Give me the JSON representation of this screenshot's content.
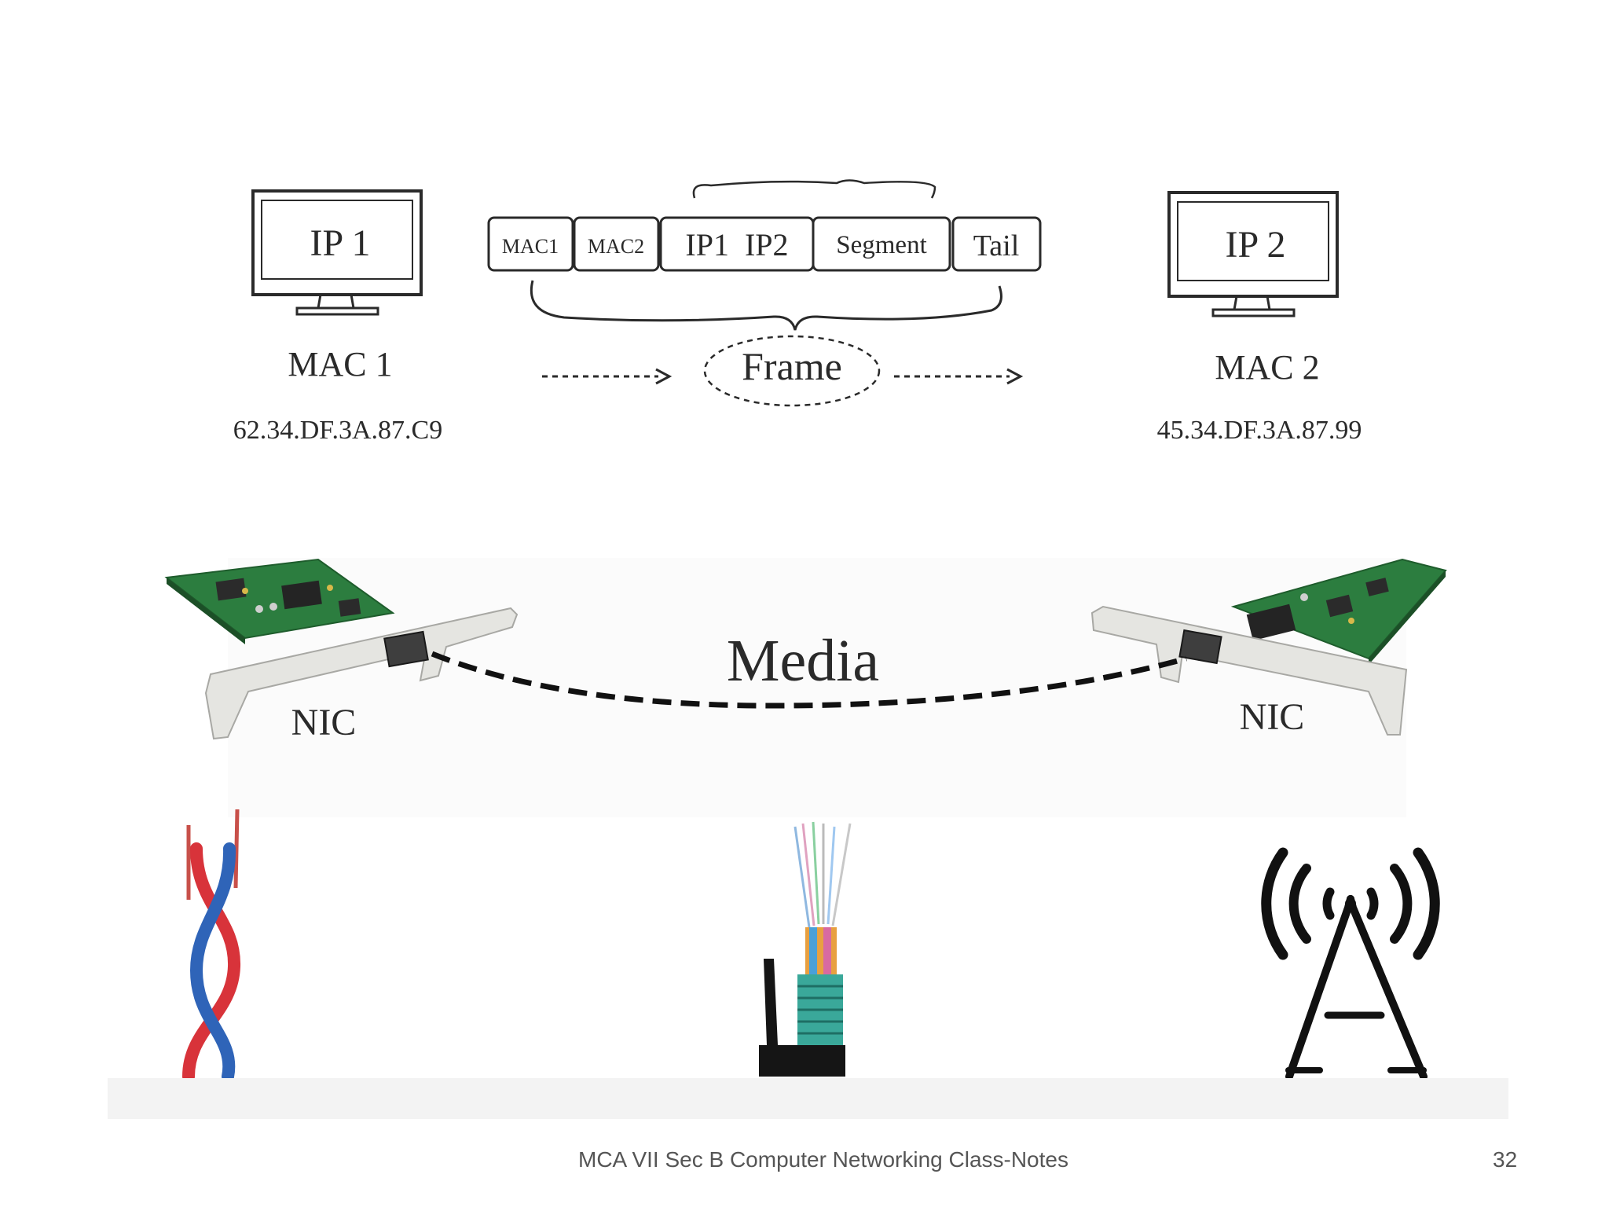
{
  "left_host": {
    "ip_label": "IP 1",
    "mac_label": "MAC 1",
    "mac_address": "62.34.DF.3A.87.C9"
  },
  "right_host": {
    "ip_label": "IP 2",
    "mac_label": "MAC 2",
    "mac_address": "45.34.DF.3A.87.99"
  },
  "frame": {
    "fields": [
      "MAC1",
      "MAC2",
      "IP1  IP2",
      "Segment",
      "Tail"
    ],
    "label": "Frame"
  },
  "nic": {
    "left_label": "NIC",
    "right_label": "NIC"
  },
  "media_label": "Media",
  "media_types": [
    "twisted-pair-cable-icon",
    "fiber-optic-cable-icon",
    "wireless-tower-icon"
  ],
  "footer": {
    "text": "MCA VII Sec B Computer Networking Class-Notes",
    "slide_number": "32"
  }
}
